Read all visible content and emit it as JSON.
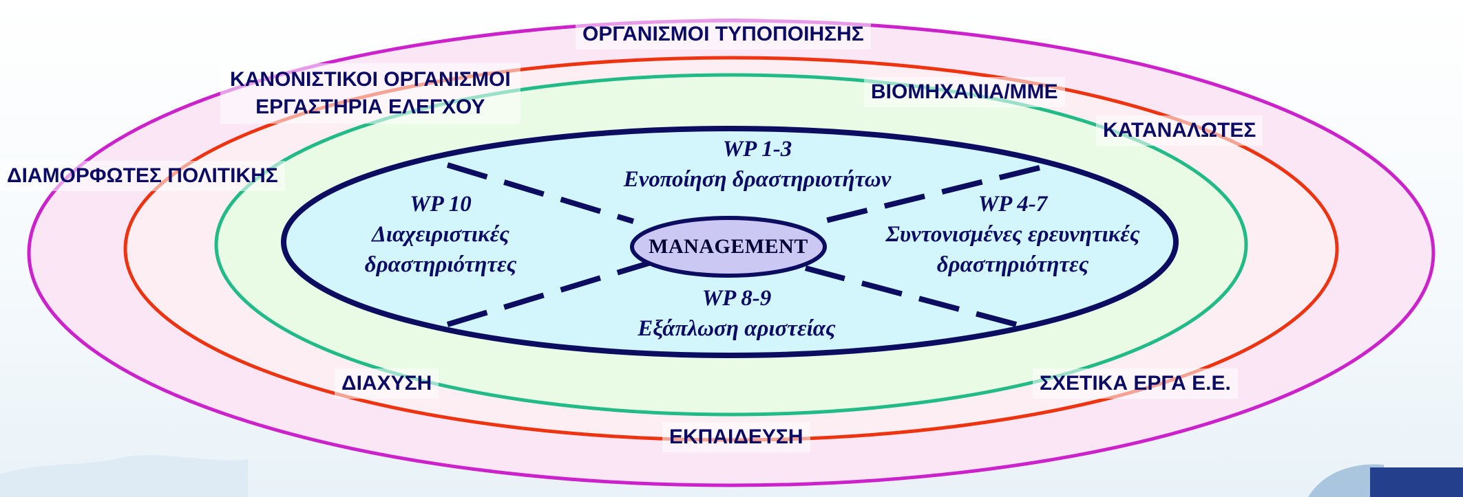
{
  "colors": {
    "outer_ring": "#cc22cc",
    "outer_fill": "#fbe6f6",
    "red_ring": "#ee3311",
    "red_fill": "#fdeef3",
    "green_ring": "#22bb88",
    "green_fill": "#e9fbe4",
    "core_ring": "#0c0c60",
    "core_fill": "#d2f6fb",
    "management_fill": "#cbc8f3",
    "text": "#0b0b66"
  },
  "stakeholders": {
    "standardization_bodies": "ΟΡΓΑΝΙΣΜΟΙ ΤΥΠΟΠΟΙΗΣΗΣ",
    "regulatory_bodies": "ΚΑΝΟΝΙΣΤΙΚΟΙ ΟΡΓΑΝΙΣΜΟΙ",
    "testing_labs": "ΕΡΓΑΣΤΗΡΙΑ ΕΛΕΓΧΟΥ",
    "industry_sme": "ΒΙΟΜΗΧΑΝΙΑ/ΜΜΕ",
    "consumers": "ΚΑΤΑΝΑΛΩΤΕΣ",
    "policy_makers": "ΔΙΑΜΟΡΦΩΤΕΣ ΠΟΛΙΤΙΚΗΣ",
    "dissemination": "ΔΙΑΧΥΣΗ",
    "related_eu_projects": "ΣΧΕΤΙΚΑ ΕΡΓΑ Ε.Ε.",
    "education": "ΕΚΠΑΙΔΕΥΣΗ"
  },
  "work_packages": {
    "wp_1_3": {
      "code": "WP 1-3",
      "title": "Ενοποίηση δραστηριοτήτων"
    },
    "wp_10": {
      "code": "WP 10",
      "title_line1": "Διαχειριστικές",
      "title_line2": "δραστηριότητες"
    },
    "wp_4_7": {
      "code": "WP 4-7",
      "title_line1": "Συντονισμένες ερευνητικές",
      "title_line2": "δραστηριότητες"
    },
    "wp_8_9": {
      "code": "WP 8-9",
      "title": "Εξάπλωση αριστείας"
    }
  },
  "management": "MANAGEMENT"
}
